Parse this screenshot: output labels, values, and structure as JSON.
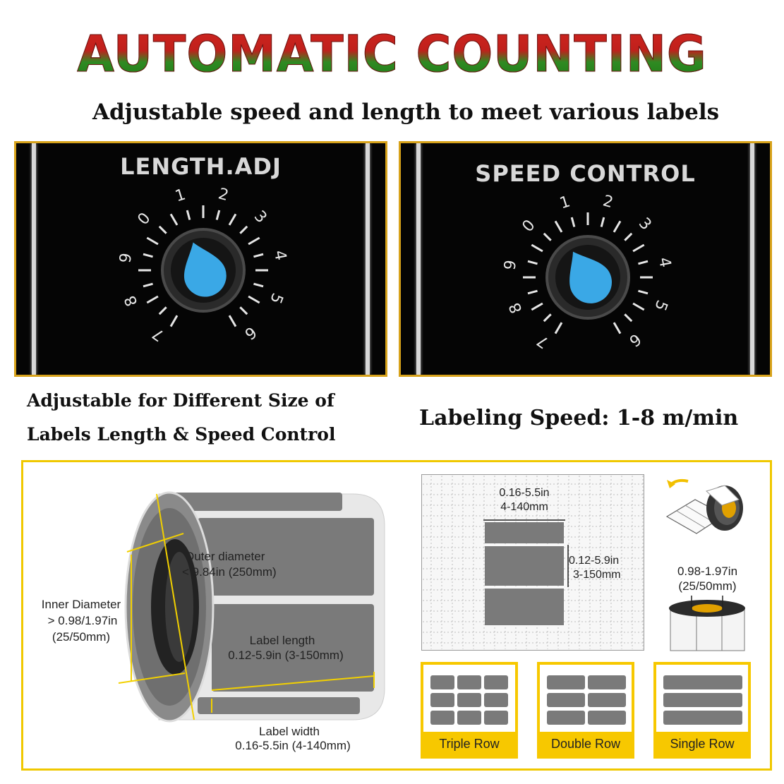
{
  "header": {
    "title": "AUTOMATIC COUNTING",
    "subtitle": "Adjustable speed and length to meet various labels"
  },
  "dials": [
    {
      "title": "LENGTH.ADJ",
      "scale": [
        "0",
        "1",
        "2",
        "3",
        "4",
        "5",
        "6",
        "7",
        "8",
        "9"
      ]
    },
    {
      "title": "SPEED CONTROL",
      "scale": [
        "0",
        "1",
        "2",
        "3",
        "4",
        "5",
        "6",
        "7",
        "8",
        "9"
      ]
    }
  ],
  "captions": {
    "left_line1": "Adjustable for Different Size of",
    "left_line2": "Labels Length & Speed Control",
    "right": "Labeling Speed: 1-8 m/min"
  },
  "roll_specs": {
    "outer_diameter_label": "Outer diameter",
    "outer_diameter_value": "< 9.84in (250mm)",
    "inner_diameter_label": "Inner Diameter",
    "inner_diameter_value1": "> 0.98/1.97in",
    "inner_diameter_value2": "(25/50mm)",
    "label_length_label": "Label length",
    "label_length_value": "0.12-5.9in (3-150mm)",
    "label_width_label": "Label width",
    "label_width_value": "0.16-5.5in (4-140mm)"
  },
  "grid_specs": {
    "width_in": "0.16-5.5in",
    "width_mm": "4-140mm",
    "height_in": "0.12-5.9in",
    "height_mm": "3-150mm"
  },
  "core_specs": {
    "value_in": "0.98-1.97in",
    "value_mm": "(25/50mm)"
  },
  "row_options": [
    {
      "label": "Triple Row"
    },
    {
      "label": "Double Row"
    },
    {
      "label": "Single Row"
    }
  ],
  "colors": {
    "accent_yellow": "#f7c800",
    "knob_blue": "#3aa8e6",
    "label_gray": "#7a7a7a"
  }
}
